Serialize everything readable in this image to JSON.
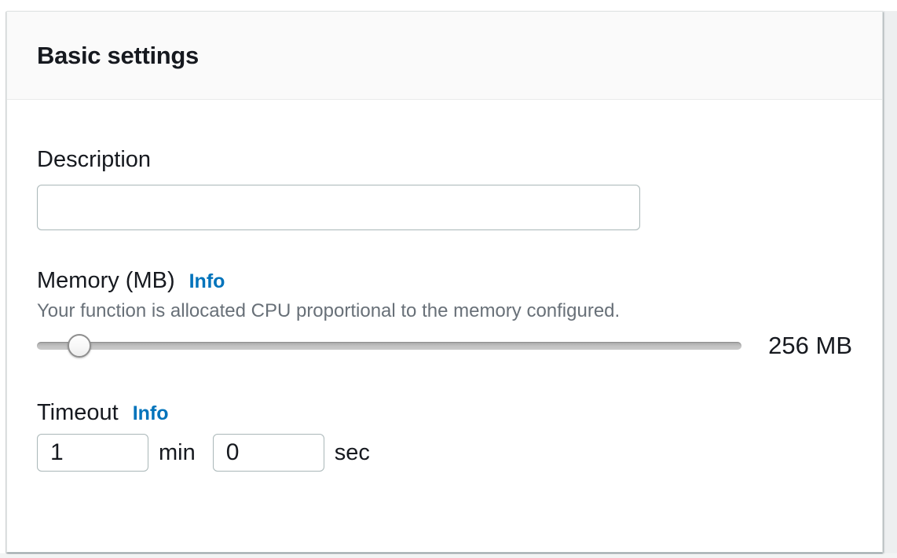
{
  "panel": {
    "title": "Basic settings"
  },
  "fields": {
    "description": {
      "label": "Description",
      "value": ""
    },
    "memory": {
      "label": "Memory (MB)",
      "info_label": "Info",
      "helper": "Your function is allocated CPU proportional to the memory configured.",
      "value_label": "256 MB",
      "slider_percent": 6
    },
    "timeout": {
      "label": "Timeout",
      "info_label": "Info",
      "min_value": "1",
      "min_unit": "min",
      "sec_value": "0",
      "sec_unit": "sec"
    }
  },
  "colors": {
    "info_link_blue": "#0073bb",
    "heading_text": "#16191f",
    "helper_text": "#687078",
    "input_border": "#aab7b8",
    "header_background": "#fafafa"
  }
}
